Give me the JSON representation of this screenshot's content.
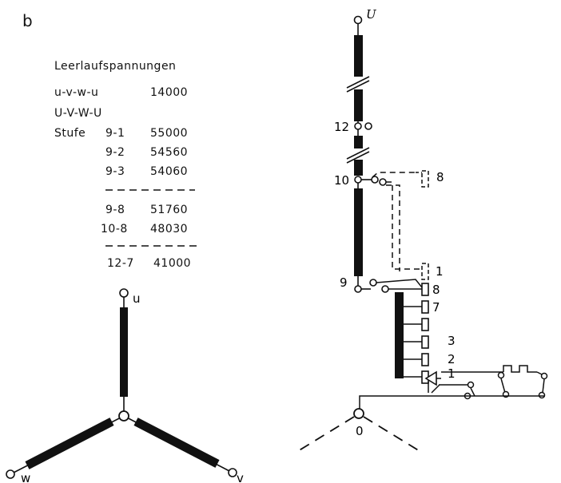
{
  "figure_label": "b",
  "table": {
    "title": "Leerlaufspannungen",
    "row_uvwu_lower": {
      "label": "u-v-w-u",
      "value": "14000"
    },
    "row_uvwu_upper": {
      "label": "U-V-W-U"
    },
    "stufe_label": "Stufe",
    "rows_a": [
      {
        "step": "9-1",
        "value": "55000"
      },
      {
        "step": "9-2",
        "value": "54560"
      },
      {
        "step": "9-3",
        "value": "54060"
      }
    ],
    "rows_b": [
      {
        "step": "9-8",
        "value": "51760"
      },
      {
        "step": "10-8",
        "value": "48030"
      }
    ],
    "rows_c": [
      {
        "step": "12-7",
        "value": "41000"
      }
    ]
  },
  "star_low": {
    "u": "u",
    "v": "v",
    "w": "w"
  },
  "winding_high": {
    "top_terminal": "U",
    "tap_12": "12",
    "tap_10": "10",
    "tap_9": "9",
    "neutral": "0",
    "dashed_tap_8": "8",
    "dashed_tap_1": "1",
    "tap_labels": [
      "8",
      "7",
      "3",
      "2",
      "1"
    ]
  }
}
